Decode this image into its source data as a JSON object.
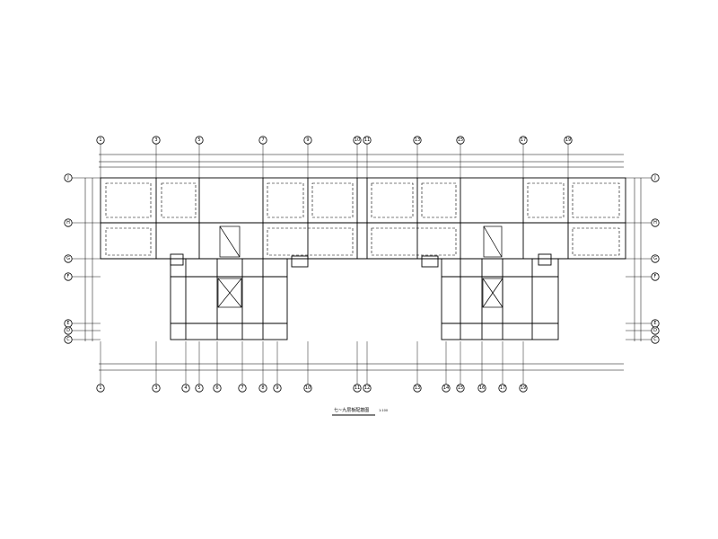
{
  "drawing": {
    "title": "七~九层板配筋图",
    "scale": "1:100"
  },
  "top_axes": [
    "1",
    "3",
    "5",
    "7",
    "9",
    "10",
    "11",
    "13",
    "15",
    "17",
    "19"
  ],
  "bottom_axes": [
    "1",
    "3",
    "4",
    "5",
    "6",
    "7",
    "8",
    "9",
    "10",
    "11",
    "12",
    "13",
    "14",
    "15",
    "16",
    "17",
    "19"
  ],
  "left_axes": [
    "J",
    "H",
    "G",
    "F",
    "E",
    "D",
    "C"
  ],
  "right_axes": [
    "J",
    "H",
    "G",
    "F",
    "E",
    "D",
    "C"
  ]
}
